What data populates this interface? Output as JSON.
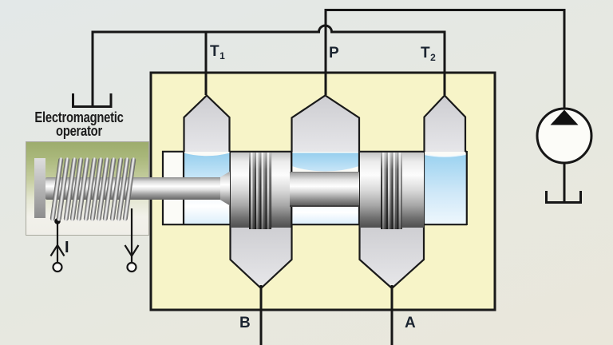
{
  "labels": {
    "operator_line1": "Electromagnetic",
    "operator_line2": "operator",
    "port_t1": {
      "main": "T",
      "sub": "1"
    },
    "port_p": "P",
    "port_t2": {
      "main": "T",
      "sub": "2"
    },
    "port_b": "B",
    "port_a": "A",
    "current": "I"
  },
  "colors": {
    "background_top": "#e3e8e8",
    "background_bottom": "#eae7db",
    "valve_body_yellow": "#f7f4c8",
    "fluid_blue": "#9bd2f0",
    "fluid_pale_blue": "#e4f1fb",
    "port_gray": "#d5d5d8",
    "operator_green": "#9dac6d",
    "metal_dark": "#4e4e4e",
    "line_black": "#1a1a1a"
  },
  "symbols": {
    "reservoir_left": "tank-symbol",
    "reservoir_right": "tank-symbol",
    "pump": "pump-circle-with-triangle",
    "coil": "solenoid-coil",
    "armature": "armature-plate",
    "spool": "valve-spool",
    "wire_left_arrow": "arrow-up",
    "wire_right_arrow": "arrow-down"
  }
}
